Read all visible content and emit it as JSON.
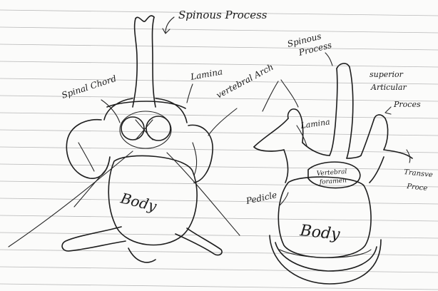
{
  "left_vertebra": {
    "spinous_process": "Spinous Process",
    "spinal_chord": "Spinal Chord",
    "lamina": "Lamina",
    "vertebral_arch": "vertebral Arch",
    "body": "Body"
  },
  "right_vertebra": {
    "spinous_process_line1": "Spinous",
    "spinous_process_line2": "Process",
    "superior_articular_line1": "superior",
    "superior_articular_line2": "Articular",
    "superior_articular_line3": "Proces",
    "lamina": "Lamina",
    "vertebral_foramen_line1": "Vertebral",
    "vertebral_foramen_line2": "foramen",
    "pedicle": "Pedicle",
    "transverse_line1": "Transve",
    "transverse_line2": "Proce",
    "body": "Body"
  }
}
